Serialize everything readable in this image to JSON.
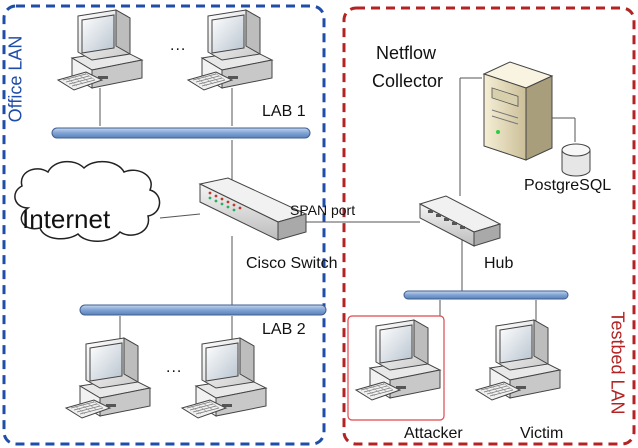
{
  "zones": {
    "office_lan": "Office LAN",
    "testbed_lan": "Testbed LAN"
  },
  "segments": {
    "lab1": "LAB 1",
    "lab2": "LAB 2",
    "ellipsis": "..."
  },
  "devices": {
    "netflow_collector_line1": "Netflow",
    "netflow_collector_line2": "Collector",
    "database": "PostgreSQL",
    "internet": "Internet",
    "switch": "Cisco Switch",
    "span_port": "SPAN port",
    "hub": "Hub",
    "attacker": "Attacker",
    "victim": "Victim"
  },
  "colors": {
    "office_border": "#1f4ea8",
    "testbed_border": "#b42323",
    "office_text": "#1f4ea8",
    "testbed_text": "#b42323",
    "bus": "#7fa3d4",
    "attacker_highlight": "#e0484f"
  },
  "icons": [
    "computer-icon",
    "keyboard-icon",
    "switch-icon",
    "hub-icon",
    "server-icon",
    "database-icon",
    "cloud-icon"
  ]
}
